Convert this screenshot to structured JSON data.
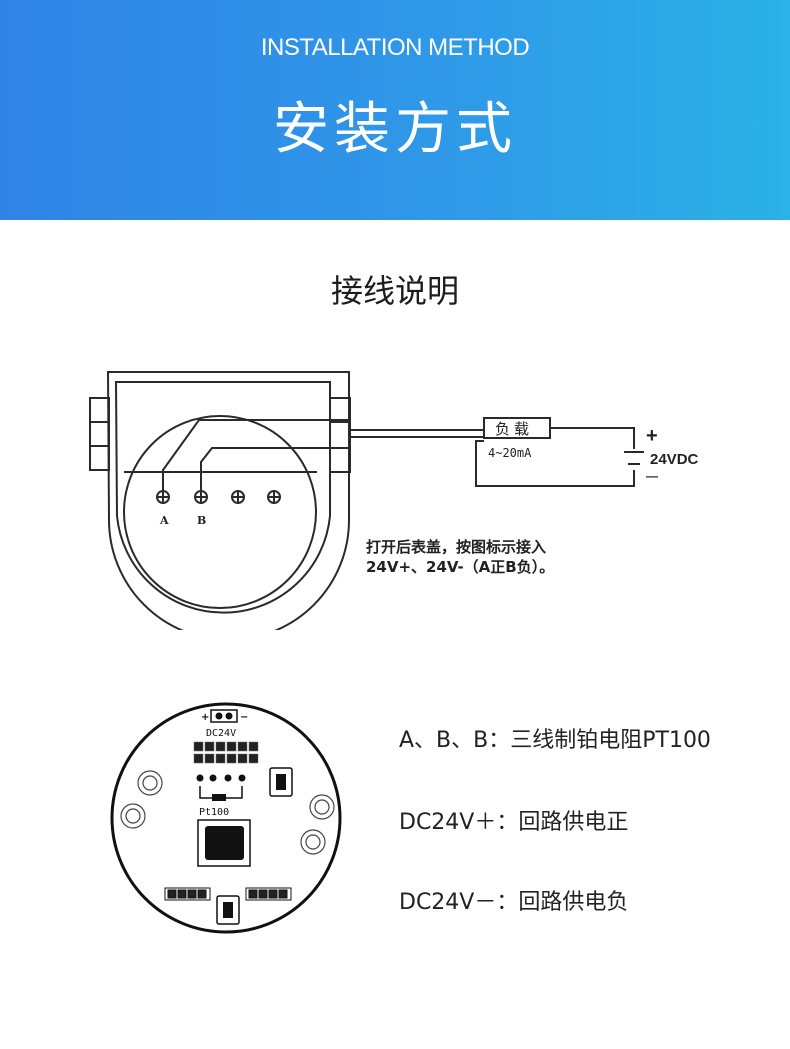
{
  "header": {
    "title_en": "INSTALLATION METHOD",
    "title_zh": "安装方式"
  },
  "section": {
    "title": "接线说明"
  },
  "wiring_diagram": {
    "terminal_a": "A",
    "terminal_b": "B",
    "load_label": "负载",
    "current_label": "4~20mA",
    "supply_plus": "+",
    "supply_label": "24VDC",
    "supply_minus": "—",
    "note_line1": "打开后表盖，按图标示接入",
    "note_line2": "24V+、24V-（A正B负）。"
  },
  "board": {
    "polarity_plus": "+",
    "polarity_minus": "−",
    "dc_label": "DC24V",
    "pt_label": "Pt100"
  },
  "legend": [
    {
      "text": "A、B、B：三线制铂电阻PT100"
    },
    {
      "text": "DC24V＋：回路供电正"
    },
    {
      "text": "DC24V－：回路供电负"
    }
  ]
}
